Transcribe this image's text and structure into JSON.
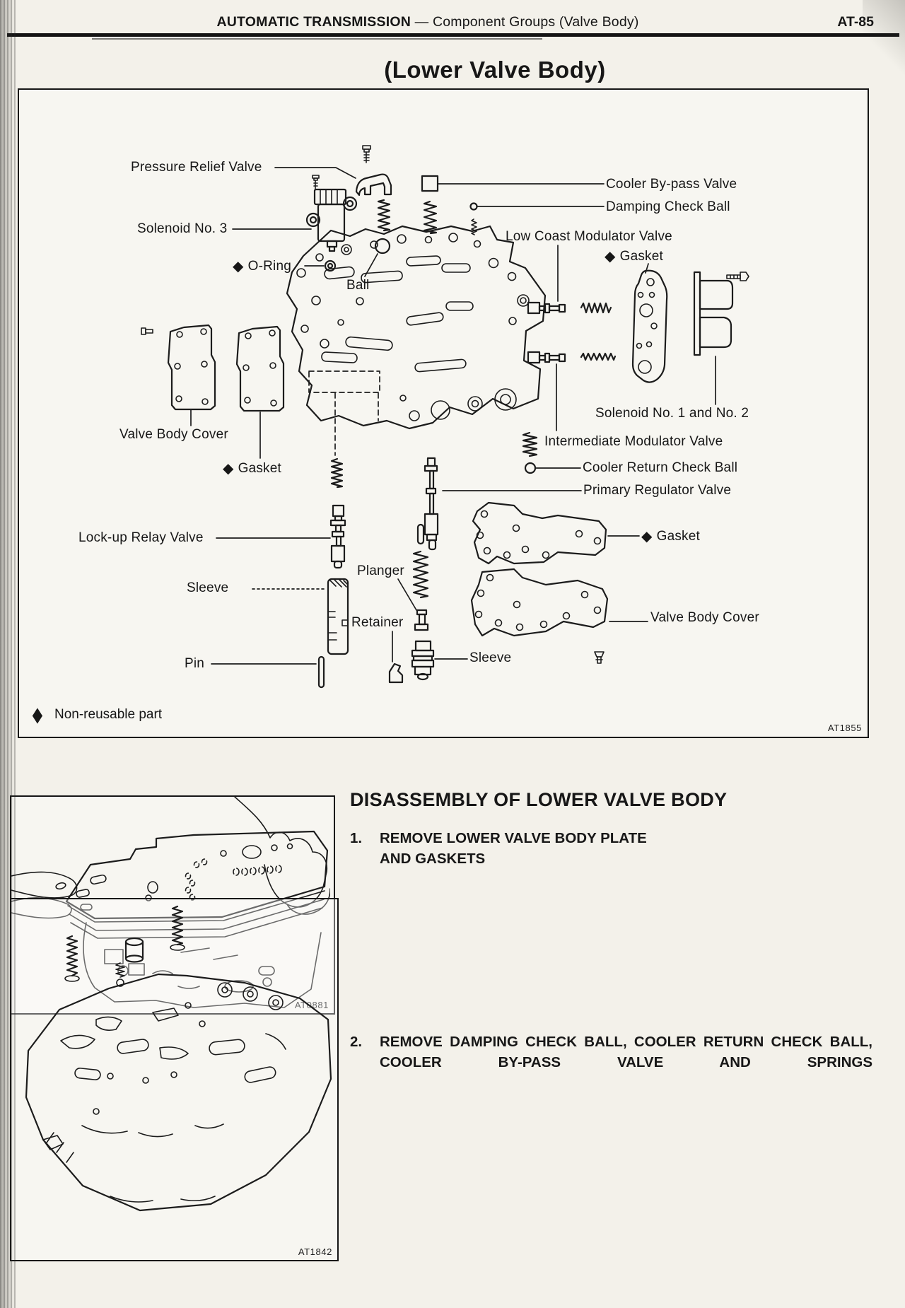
{
  "page": {
    "header": {
      "section": "AUTOMATIC TRANSMISSION",
      "separator": "—",
      "subsection": "Component Groups (Valve Body)",
      "page_number": "AT-85"
    },
    "title": "(Lower Valve Body)"
  },
  "diagram": {
    "figure_code": "AT1855",
    "diamond": "◆",
    "legend": {
      "symbol": "◆",
      "text": "Non-reusable part"
    },
    "labels": {
      "pressure_relief_valve": "Pressure Relief Valve",
      "solenoid_no_3": "Solenoid No. 3",
      "o_ring": "O-Ring",
      "ball": "Ball",
      "cooler_bypass_valve": "Cooler By-pass Valve",
      "damping_check_ball": "Damping Check Ball",
      "low_coast_modulator_valve": "Low Coast Modulator Valve",
      "gasket": "Gasket",
      "solenoid_no_1_and_2": "Solenoid No. 1 and No. 2",
      "intermediate_modulator_valve": "Intermediate Modulator Valve",
      "cooler_return_check_ball": "Cooler Return Check Ball",
      "primary_regulator_valve": "Primary Regulator Valve",
      "valve_body_cover": "Valve Body Cover",
      "lock_up_relay_valve": "Lock-up Relay Valve",
      "sleeve": "Sleeve",
      "pin": "Pin",
      "planger": "Planger",
      "retainer": "Retainer"
    }
  },
  "instructions": {
    "heading": "DISASSEMBLY OF LOWER VALVE BODY",
    "steps": [
      {
        "no": "1.",
        "text": "REMOVE LOWER VALVE BODY PLATE AND GASKETS"
      },
      {
        "no": "2.",
        "text": "REMOVE DAMPING CHECK BALL, COOLER RETURN CHECK BALL, COOLER BY-PASS VALVE AND SPRINGS"
      }
    ]
  },
  "figures": {
    "fig1_code": "AT0881",
    "fig2_code": "AT1842"
  }
}
